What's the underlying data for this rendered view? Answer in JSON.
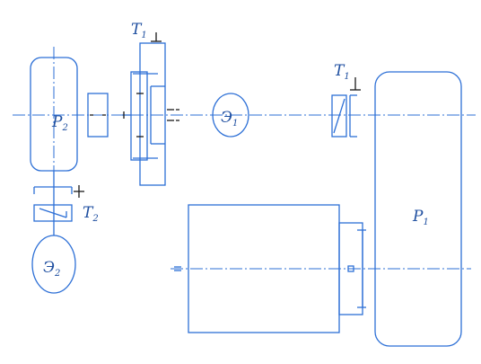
{
  "labels": {
    "pump_top": "P",
    "pump_top_sub": "2",
    "motor_center": "Э",
    "motor_center_sub": "1",
    "motor_bottom": "Э",
    "motor_bottom_sub": "2",
    "pump_right": "P",
    "pump_right_sub": "1",
    "brake_gear": "T",
    "brake_gear_sub": "1",
    "brake_right": "T",
    "brake_right_sub": "1",
    "brake_left": "T",
    "brake_left_sub": "2"
  },
  "colors": {
    "line": "#2c6fd6",
    "label": "#1f4fa0",
    "dark": "#1a1a1a"
  }
}
